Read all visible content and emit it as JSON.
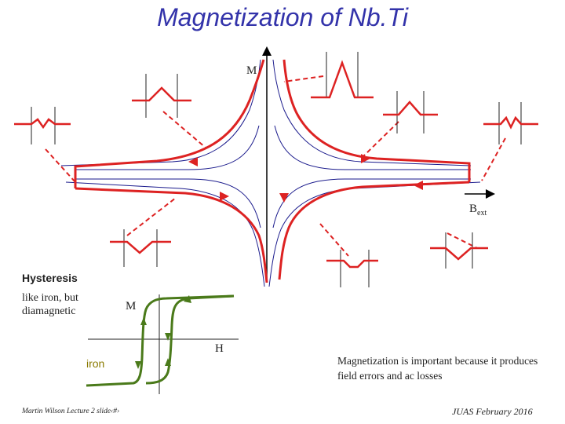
{
  "title": "Magnetization of Nb.Ti",
  "labels": {
    "m_axis": "M",
    "b_axis": "B",
    "b_axis_sub": "ext"
  },
  "hysteresis": {
    "heading": "Hysteresis",
    "description": "like iron, but diamagnetic",
    "m_axis": "M",
    "h_axis": "H",
    "material": "iron"
  },
  "note": "Magnetization is important because it produces field errors and ac losses",
  "footer": {
    "left": "Martin Wilson Lecture 2 slide‹#›",
    "right": "JUAS February 2016"
  },
  "colors": {
    "title": "#3333aa",
    "main_curve": "#dd2222",
    "thin_curve": "#1a1a8c",
    "hysteresis_loop": "#4a7a1a",
    "iron_label": "#8a7a00"
  }
}
